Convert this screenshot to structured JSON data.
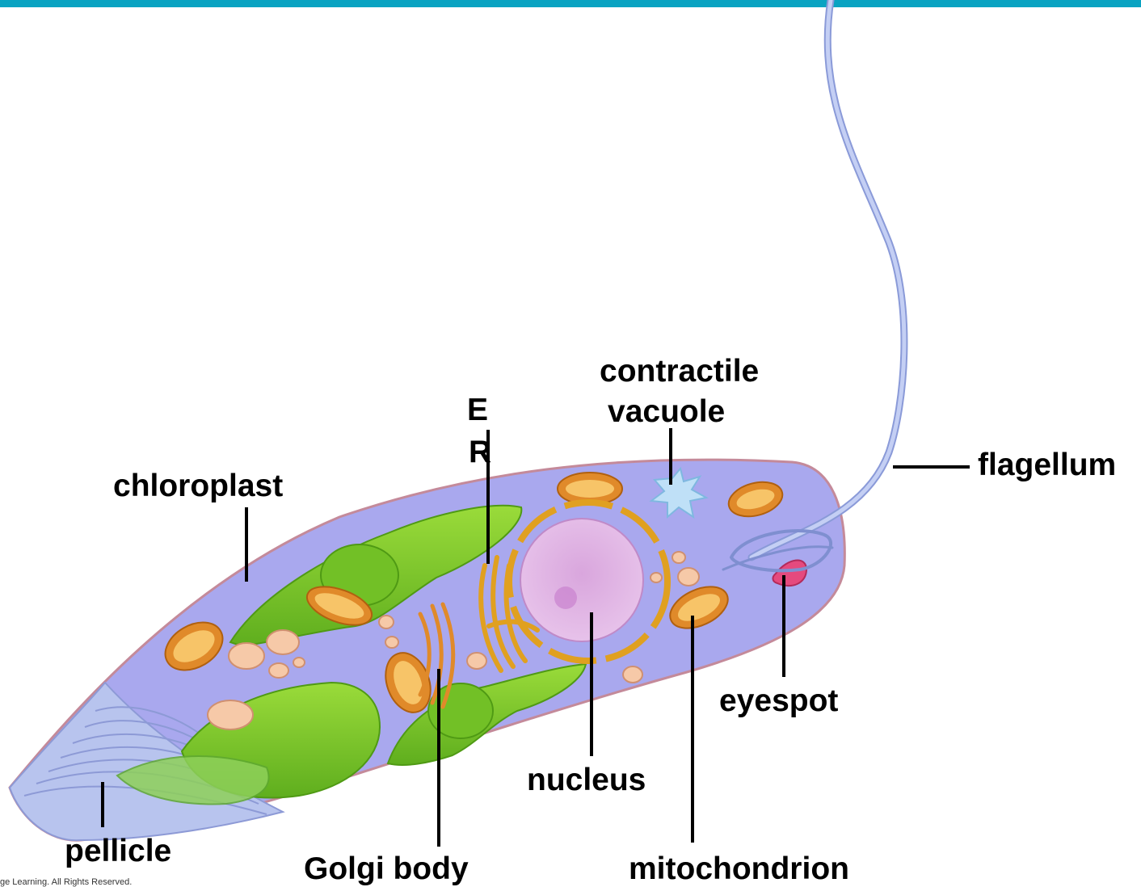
{
  "labels": {
    "chloroplast": "chloroplast",
    "er_line1": "E",
    "er_line2": "R",
    "contractile_line1": "contractile",
    "contractile_line2": "vacuole",
    "flagellum": "flagellum",
    "eyespot": "eyespot",
    "nucleus": "nucleus",
    "pellicle": "pellicle",
    "golgi": "Golgi body",
    "mitochondrion": "mitochondrion"
  },
  "copyright": "ge Learning. All Rights Reserved.",
  "colors": {
    "top_bar": "#0aa3c2",
    "cell_body": "#a9a8ee",
    "chloroplast": "#7ccb2a",
    "mitochondrion": "#e08a2a",
    "nucleus": "#d8a0dc",
    "flagellum": "#a8b8ec"
  }
}
